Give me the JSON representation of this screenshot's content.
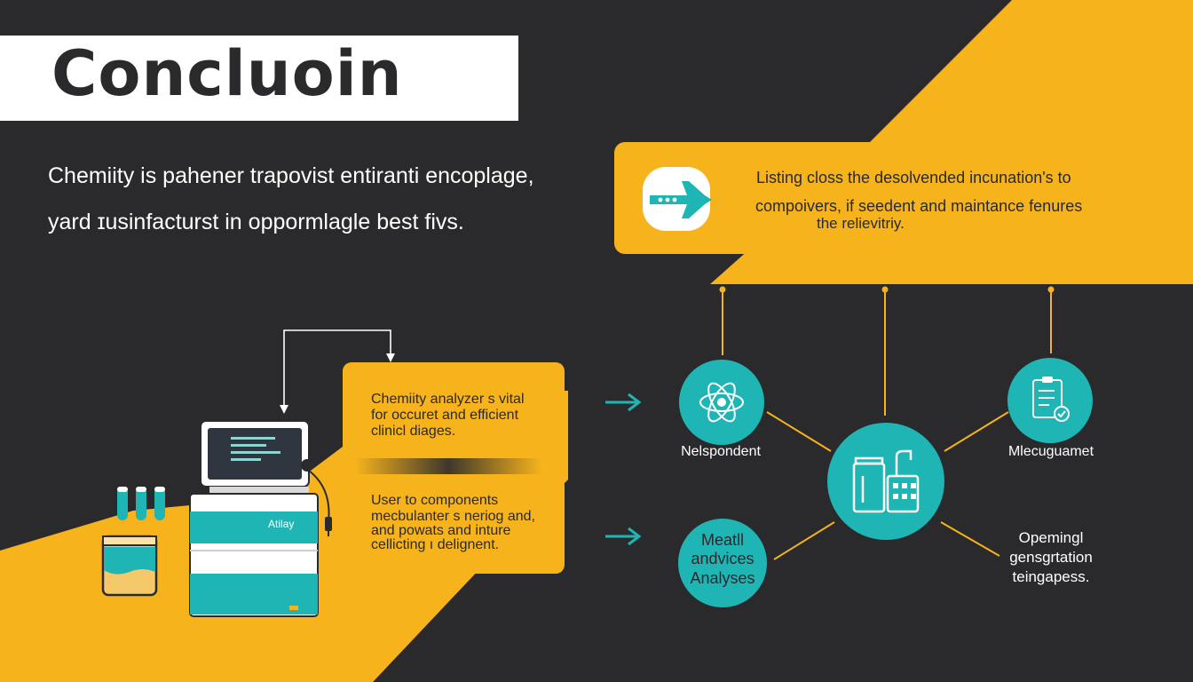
{
  "title": "Concluoin",
  "intro": {
    "line1": "Chemiity is pahener trapovist entiranti encoplage,",
    "line2": "yard ɪusinfacturst in oppormlagle best fivs."
  },
  "top_card": {
    "line1": "Listing closs the desolvended incunation's to",
    "line2": "compoivers, if seedent and maintance fenures",
    "line3": "the relievitriy."
  },
  "analyzer_label": "Atilay",
  "info_boxes": [
    {
      "lines": [
        "Chemiity analyzer s vital",
        "for occuret and efficient",
        "clinicl diages."
      ]
    },
    {
      "lines": [
        "User to components",
        "mecbulanter s neriog and,",
        "and powats and inture",
        "cellicting ı delignent."
      ]
    }
  ],
  "nodes": {
    "left": {
      "label": "Nelspondent"
    },
    "right": {
      "label": "Mlecuguamet"
    },
    "bottom_left": {
      "lines": [
        "Meatll",
        "andvices",
        "Analyses"
      ]
    },
    "bottom_right": {
      "lines": [
        "Opemingl",
        "gensgrtation",
        "teingapess."
      ]
    }
  },
  "colors": {
    "background": "#2a2a2c",
    "accent_yellow": "#f7b31c",
    "teal": "#1fb5b5",
    "white": "#ffffff"
  },
  "icons": [
    "plane-icon",
    "atom-icon",
    "checklist-icon",
    "lab-equipment-icon",
    "analyzer-machine-icon",
    "test-tube-icon",
    "beaker-icon",
    "arrow-right-icon"
  ]
}
